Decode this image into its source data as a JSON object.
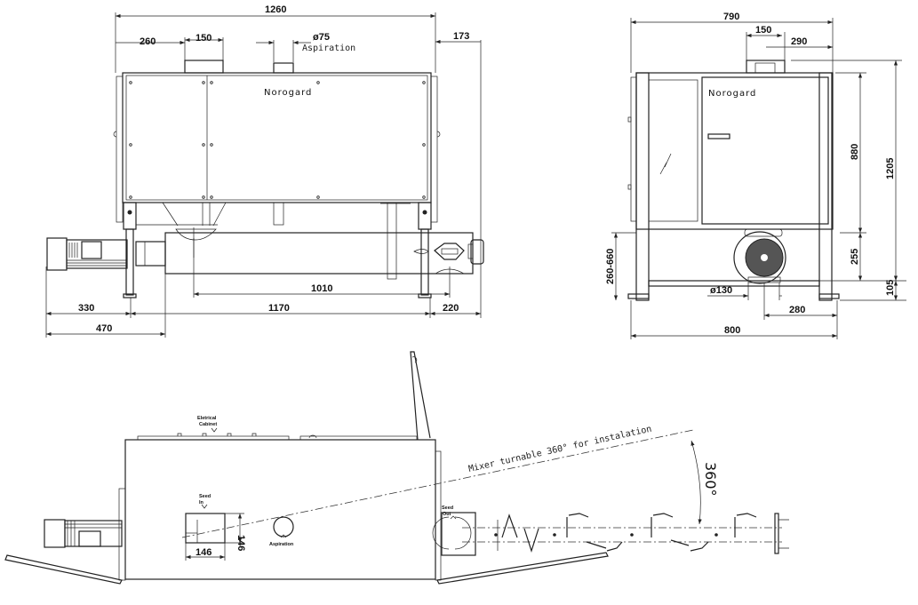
{
  "brand": "Norogard",
  "front_view": {
    "dim_overall_width": "1260",
    "dim_left_offset": "260",
    "dim_inlet_width": "150",
    "dim_aspiration_diameter": "ø75",
    "aspiration_label": "Aspiration",
    "dim_right_overhang": "173",
    "dim_mixer_length": "1010",
    "dim_motor_offset": "330",
    "dim_leg_span": "1170",
    "dim_right_end": "220",
    "dim_motor_to_tube": "470"
  },
  "side_view": {
    "dim_overall_width": "790",
    "dim_inlet_width": "150",
    "dim_inlet_offset": "290",
    "dim_cabinet_height": "880",
    "dim_total_height": "1205",
    "dim_fan_height": "255",
    "dim_leg_height_range": "260-660",
    "dim_base_height": "105",
    "dim_outlet_diameter": "ø130",
    "dim_outlet_offset": "280",
    "dim_base_width": "800"
  },
  "top_view": {
    "electrical_cabinet_label_1": "Eletrical",
    "electrical_cabinet_label_2": "Cabinet",
    "seed_in_label_1": "Seed",
    "seed_in_label_2": "In",
    "seed_out_label_1": "Seed",
    "seed_out_label_2": "Out",
    "aspiration_label": "Aspiration",
    "dim_inlet_width": "146",
    "dim_inlet_height": "146",
    "mixer_note": "Mixer turnable 360° for instalation",
    "rotation_angle": "360°"
  }
}
